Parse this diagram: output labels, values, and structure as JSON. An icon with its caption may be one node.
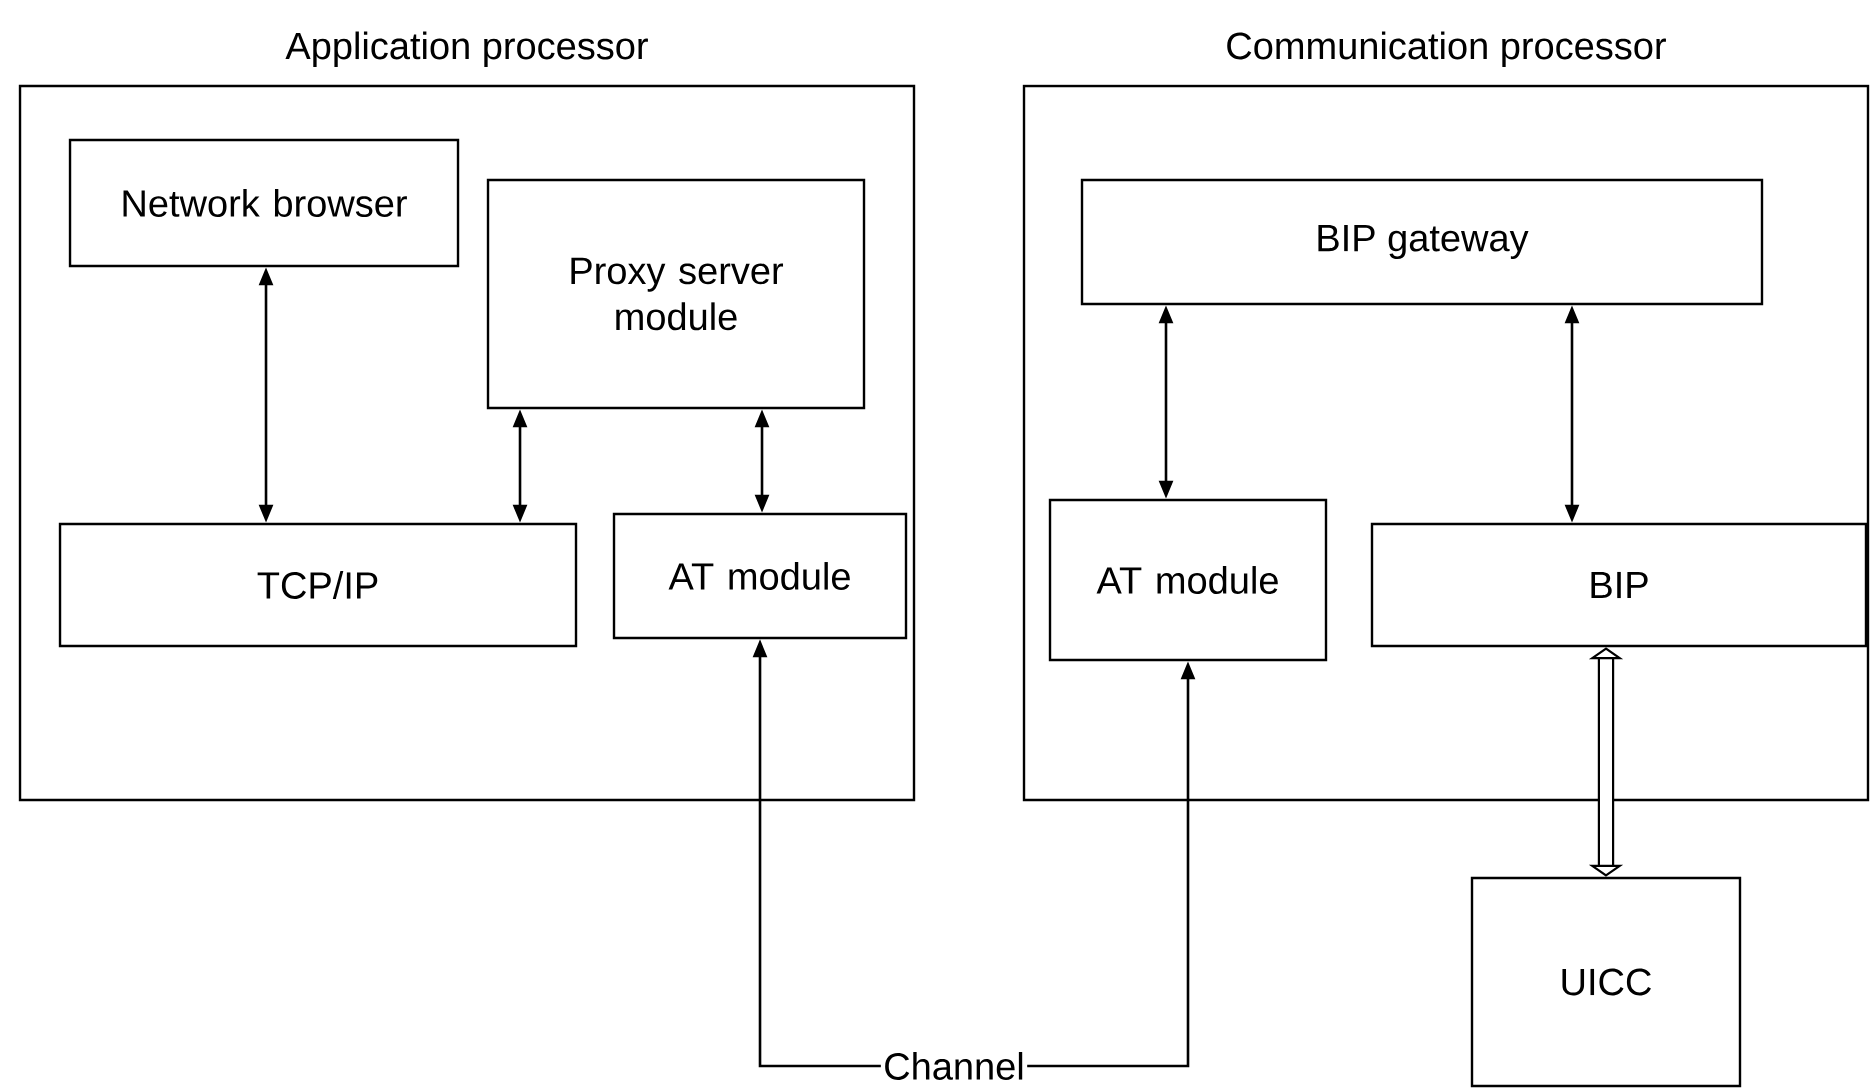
{
  "diagram": {
    "nodes": [
      {
        "text": [
          "Application processor"
        ]
      },
      {
        "text": [
          "Communication processor"
        ]
      },
      {
        "text": [
          "Network browser"
        ],
        "in": 0
      },
      {
        "text": [
          "Proxy server module"
        ],
        "in": 0
      },
      {
        "text": [
          "TCP/IP"
        ],
        "in": 0
      },
      {
        "text": [
          "AT module"
        ],
        "in": 0
      },
      {
        "text": [
          "BIP gateway"
        ],
        "in": 1
      },
      {
        "text": [
          "AT module"
        ],
        "in": 1
      },
      {
        "text": [
          "BIP"
        ],
        "in": 1
      },
      {
        "text": [
          "UICC"
        ]
      },
      {
        "text": [
          "Channel"
        ]
      }
    ],
    "edges": [
      {
        "from": 2,
        "to": 4,
        "arrow": "both"
      },
      {
        "from": 3,
        "to": 4,
        "arrow": "both"
      },
      {
        "from": 3,
        "to": 5,
        "arrow": "both"
      },
      {
        "from": 10,
        "to": 5,
        "arrow": "to"
      },
      {
        "from": 10,
        "to": 7,
        "arrow": "to"
      },
      {
        "from": 6,
        "to": 7,
        "arrow": "both"
      },
      {
        "from": 6,
        "to": 8,
        "arrow": "both"
      },
      {
        "from": 8,
        "to": 9,
        "arrow": "both",
        "style": "thick"
      }
    ]
  }
}
